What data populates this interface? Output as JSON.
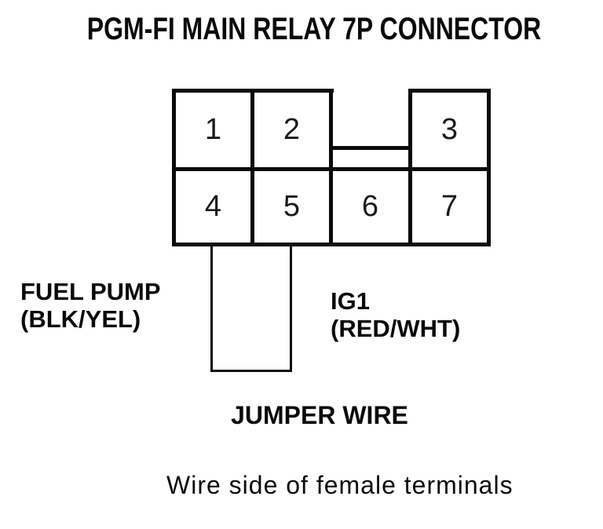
{
  "title": "PGM-FI MAIN RELAY 7P CONNECTOR",
  "connector": {
    "description": "7P connector grid, wire side",
    "pins": [
      "1",
      "2",
      "3",
      "4",
      "5",
      "6",
      "7"
    ]
  },
  "labels": {
    "fuel_pump_line1": "FUEL PUMP",
    "fuel_pump_line2": "(BLK/YEL)",
    "ig1_line1": "IG1",
    "ig1_line2": "(RED/WHT)",
    "jumper_wire": "JUMPER WIRE",
    "caption": "Wire side of female terminals"
  },
  "colors": {
    "ink": "#0a0a0a",
    "background": "#ffffff"
  }
}
